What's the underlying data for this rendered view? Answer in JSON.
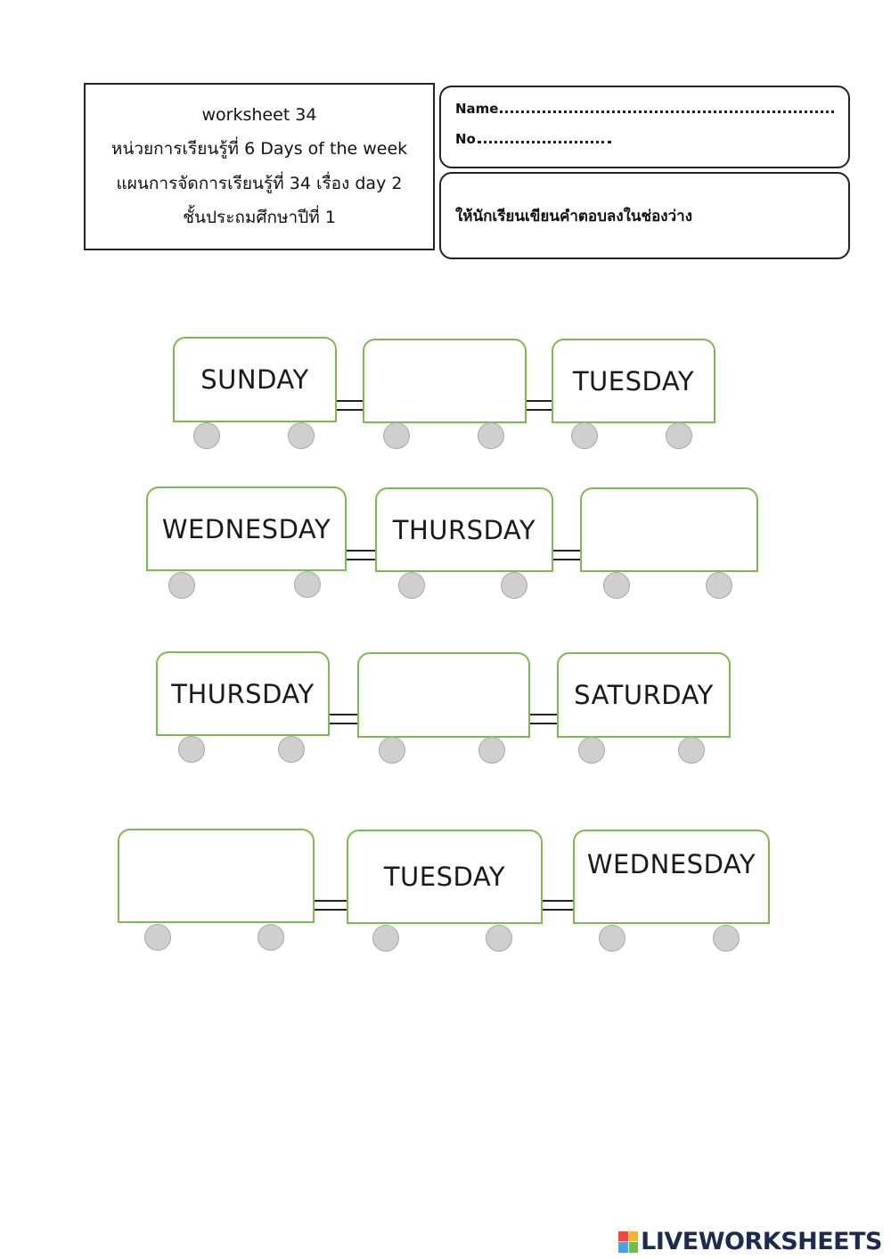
{
  "header": {
    "title_lines": [
      "worksheet 34",
      "หน่วยการเรียนรู้ที่ 6 Days of the week",
      "แผนการจัดการเรียนรู้ที่ 34 เรื่อง day 2",
      "ชั้นประถมศึกษาปีที่ 1"
    ],
    "name_label": "Name",
    "number_label": "No",
    "instruction": "ให้นักเรียนเขียนคำตอบลงในช่องว่าง"
  },
  "trains": [
    {
      "cars": [
        {
          "text": "SUNDAY"
        },
        {
          "text": ""
        },
        {
          "text": "TUESDAY"
        }
      ]
    },
    {
      "cars": [
        {
          "text": "WEDNESDAY"
        },
        {
          "text": "THURSDAY"
        },
        {
          "text": ""
        }
      ]
    },
    {
      "cars": [
        {
          "text": "THURSDAY"
        },
        {
          "text": ""
        },
        {
          "text": "SATURDAY"
        }
      ]
    },
    {
      "cars": [
        {
          "text": ""
        },
        {
          "text": "TUESDAY"
        },
        {
          "text": "WEDNESDAY"
        }
      ]
    }
  ],
  "brand": {
    "text": "LIVEWORKSHEETS",
    "logo_colors": [
      "#e94b3c",
      "#f2b632",
      "#4aa3df",
      "#6cbf4b"
    ]
  },
  "colors": {
    "car_border": "#7dbb52",
    "wheel": "#cfcfcf"
  }
}
